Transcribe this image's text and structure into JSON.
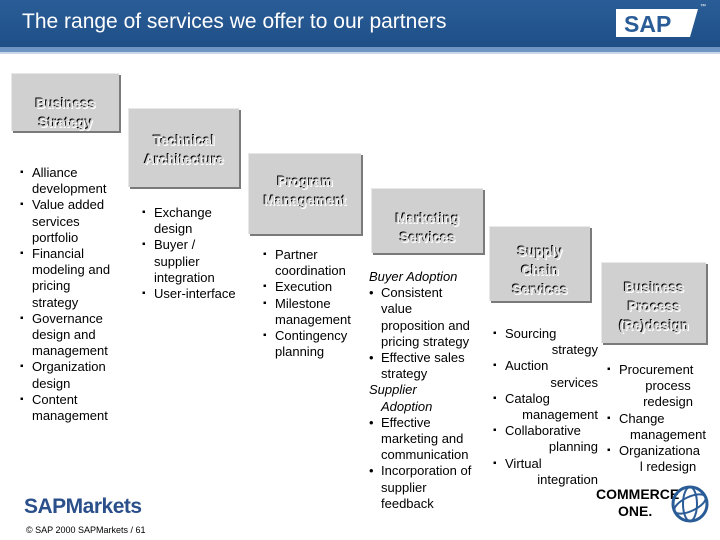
{
  "header": {
    "title": "The range of services we offer to our partners"
  },
  "boxes": [
    {
      "id": "business-strategy",
      "lines": [
        "Business",
        "Strategy"
      ]
    },
    {
      "id": "technical-architecture",
      "lines": [
        "Technical",
        "Architecture"
      ]
    },
    {
      "id": "program-management",
      "lines": [
        "Program",
        "Management"
      ]
    },
    {
      "id": "marketing-services",
      "lines": [
        "Marketing",
        "Services"
      ]
    },
    {
      "id": "supply-chain-services",
      "lines": [
        "Supply",
        "Chain",
        "Services"
      ]
    },
    {
      "id": "business-process-redesign",
      "lines": [
        "Business",
        "Process",
        "(Re)design"
      ]
    }
  ],
  "lists": {
    "business_strategy": [
      "Alliance",
      "development",
      "Value added",
      "services",
      "portfolio",
      "Financial",
      "modeling and",
      "pricing",
      "strategy",
      "Governance",
      "design and",
      "management",
      "Organization",
      "design",
      "Content",
      "management"
    ],
    "technical_architecture": [
      "Exchange",
      "design",
      "Buyer /",
      "supplier",
      "integration",
      "User-interface"
    ],
    "program_management": [
      "Partner",
      "coordination",
      "Execution",
      "Milestone",
      "management",
      "Contingency",
      "planning"
    ],
    "marketing_services": {
      "heading1": "Buyer Adoption",
      "items1": [
        "Consistent",
        "value",
        "proposition and",
        "pricing strategy",
        "Effective sales",
        "strategy"
      ],
      "heading2a": "Supplier",
      "heading2b": "Adoption",
      "items2": [
        "Effective",
        "marketing and",
        "communication",
        "Incorporation of",
        "supplier",
        "feedback"
      ]
    },
    "supply_chain": [
      "Sourcing",
      "strategy",
      "Auction",
      "services",
      "Catalog",
      "management",
      "Collaborative",
      "planning",
      "Virtual",
      "integration"
    ],
    "business_process": [
      "Procurement",
      "process",
      "redesign",
      "Change",
      "management",
      "Organizationa",
      "l redesign"
    ]
  },
  "logos": {
    "sap": "SAP",
    "sapmarkets": "SAPMarkets",
    "commerce_line1": "COMMERCE",
    "commerce_line2": "ONE."
  },
  "footer": "© SAP 2000 SAPMarkets / 61",
  "colors": {
    "header": "#1f4f87",
    "box": "#d0d0d0",
    "brand": "#2a4f8a"
  }
}
